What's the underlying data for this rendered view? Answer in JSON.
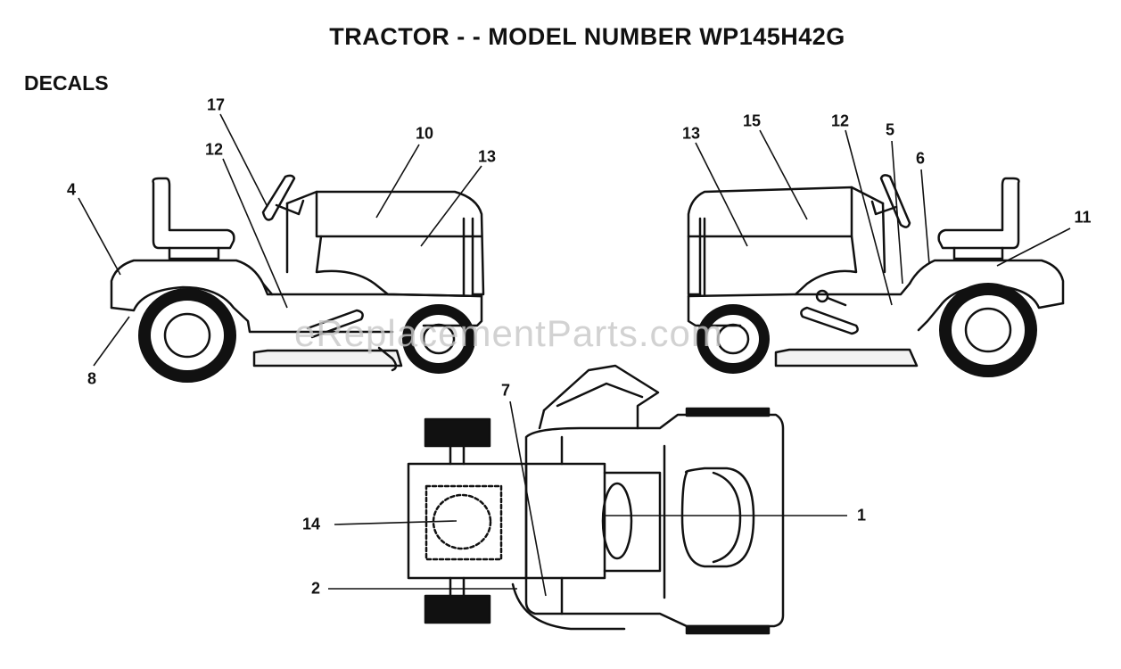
{
  "header": {
    "title": "TRACTOR - - MODEL NUMBER WP145H42G",
    "section": "DECALS"
  },
  "watermark": "eReplacementParts.com",
  "callouts": {
    "left_view": [
      "17",
      "12",
      "10",
      "13",
      "4",
      "8"
    ],
    "right_view": [
      "13",
      "15",
      "12",
      "5",
      "6",
      "11"
    ],
    "top_view": [
      "7",
      "14",
      "1",
      "2"
    ]
  }
}
